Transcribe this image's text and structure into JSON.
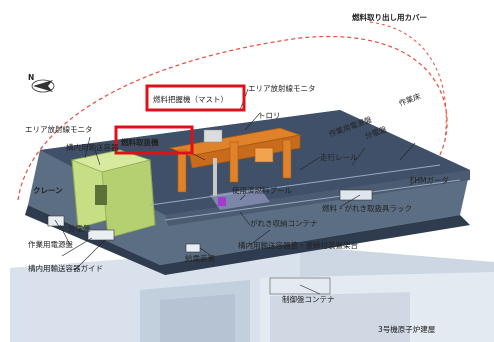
{
  "cover_title": "燃料取り出し用カバー",
  "building_title": "3号機原子炉建屋",
  "north_label": "N",
  "crane_label": "クレーン",
  "fuel_handling_machine": "燃料取扱機",
  "fuel_gripper_mast": "燃料把握機（マスト）",
  "labels": {
    "area_monitor_left": "エリア放射線モニタ",
    "area_monitor_top": "エリア放射線モニタ",
    "site_transport_container_top": "構内用輸送容器",
    "work_distribution_panel": "作業用電源盤",
    "work_floor": "作業床",
    "distribution_panel_right": "分電盤",
    "trolley": "トロリ",
    "travel_rail": "走行レール",
    "fhm_girder": "FHMガーダ",
    "fuel_rack": "燃料・がれき取扱具ラック",
    "spent_fuel_pool": "使用済燃料プール",
    "debris_container": "がれき収納コンテナ",
    "distribution_panel_left": "分電盤",
    "power_panel_left": "作業用電源盤",
    "transport_container_guide": "構内用輸送容器ガイド",
    "water_supply": "給電装置",
    "equipment_rack": "構内用輸送容器蓋・蓋締付装置架台",
    "control_container": "制御盤コンテナ"
  },
  "colors": {
    "cover_outline": "#e74c3c",
    "highlight_box": "#e0101a",
    "crane": "#c6de84",
    "fhm": "#e0822a",
    "building": "#b8c6d6",
    "deck": "#5b6e84"
  }
}
